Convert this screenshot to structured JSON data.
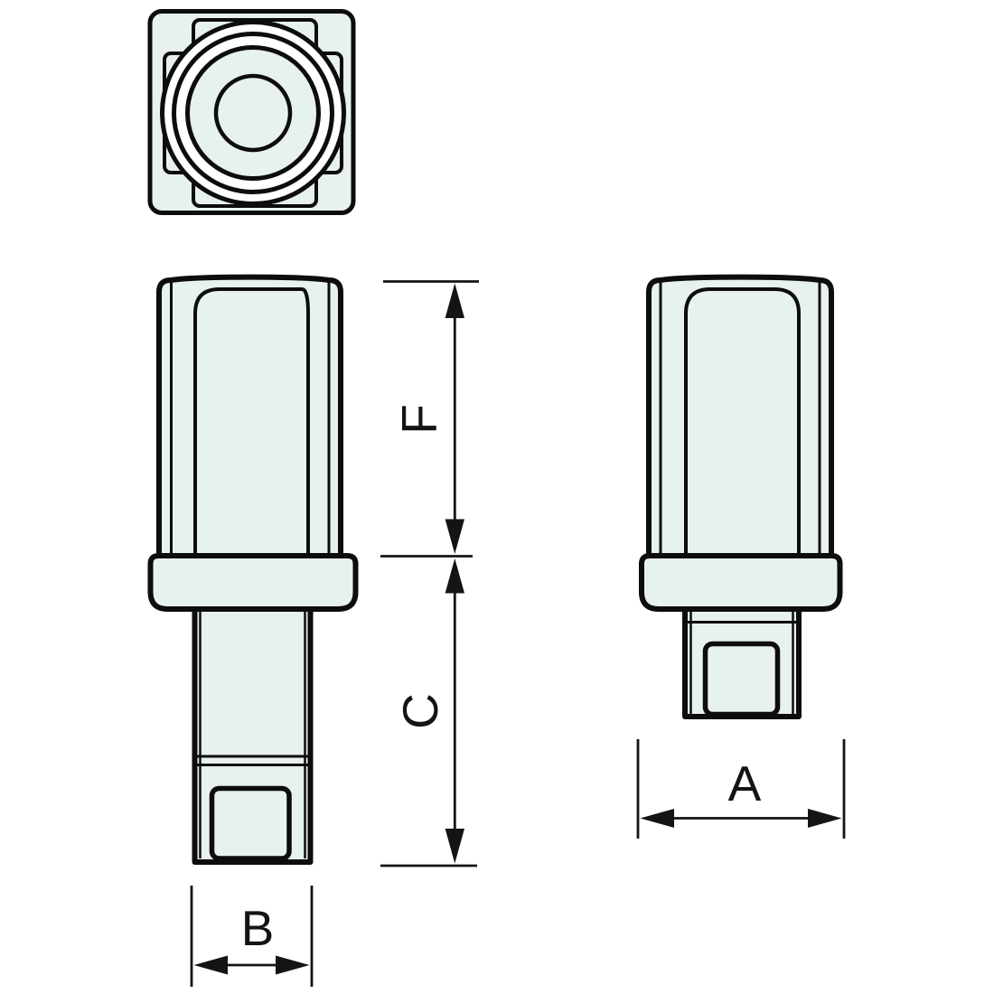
{
  "drawing": {
    "background": "#ffffff",
    "part_fill": "#e7f1ee",
    "line_color": "#0d0d0d",
    "dimension_line_color": "#141414",
    "dimension_labels": {
      "upper_height": "F",
      "lower_height": "C",
      "side_width": "A",
      "front_width": "B"
    }
  }
}
